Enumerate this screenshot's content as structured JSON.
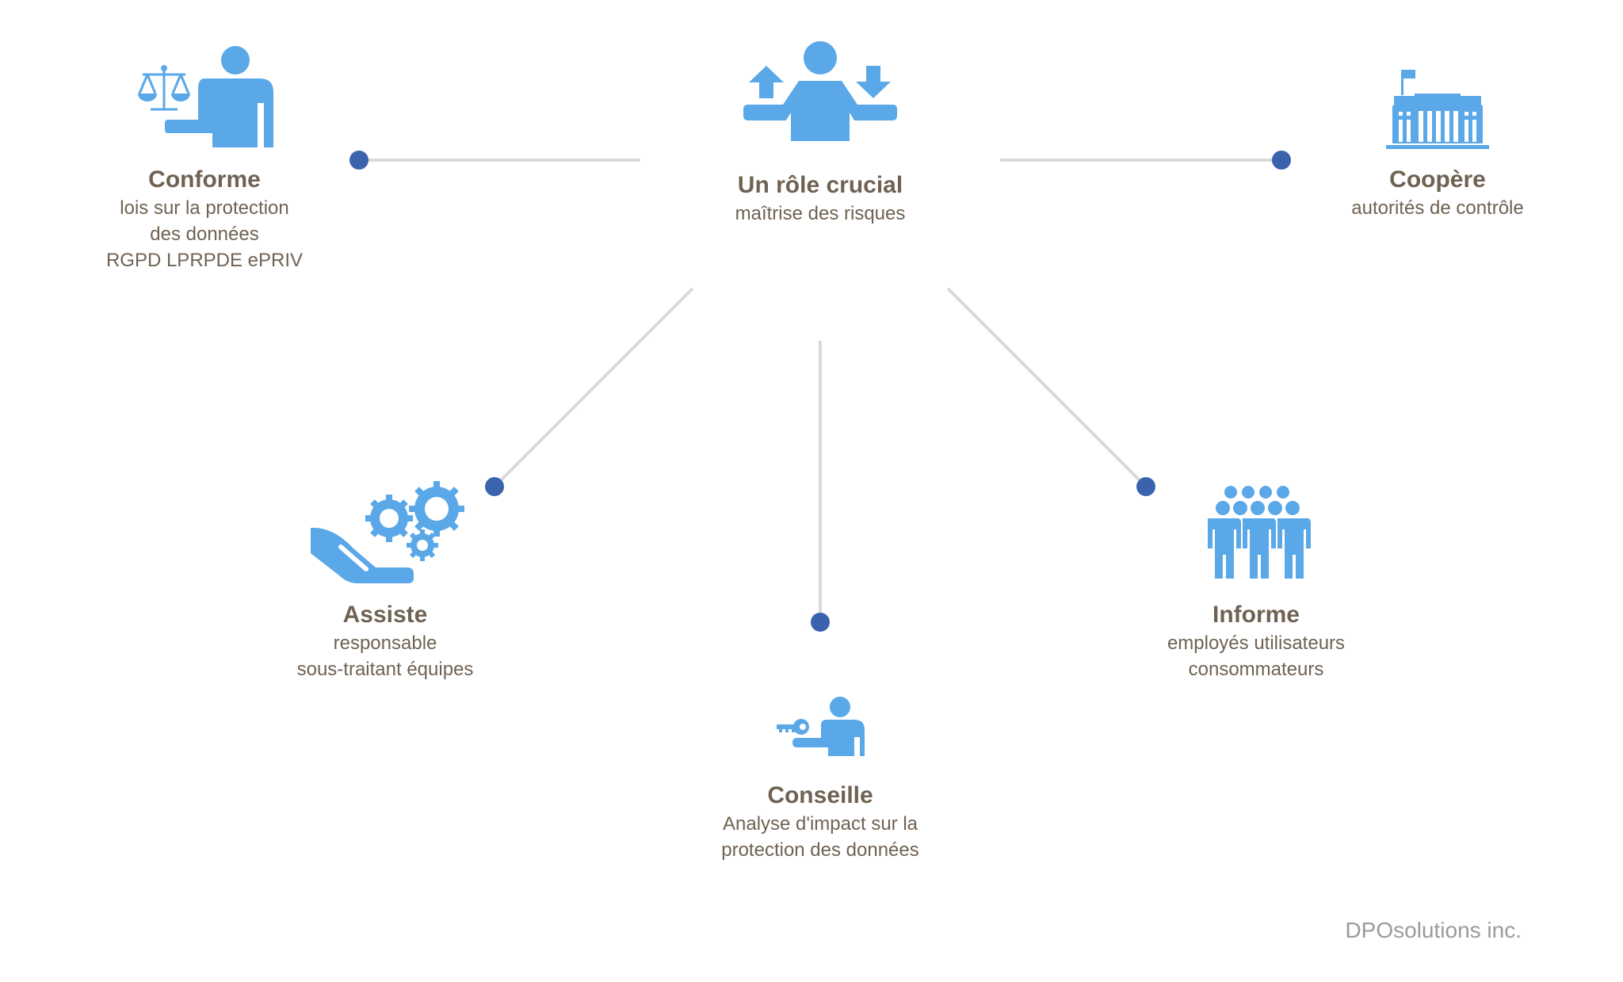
{
  "colors": {
    "icon": "#5aa8e8",
    "dot": "#3b63ad",
    "connector": "#d9d9d9",
    "text": "#6f6253",
    "brand": "#9b9b9b"
  },
  "center": {
    "title": "Un rôle crucial",
    "subtitle": "maîtrise des risques",
    "icon": "balancing-person-icon"
  },
  "nodes": {
    "conforme": {
      "title": "Conforme",
      "lines": [
        "lois sur la protection",
        "des données",
        "RGPD LPRPDE ePRIV"
      ],
      "icon": "scales-of-justice-person-icon"
    },
    "coopere": {
      "title": "Coopère",
      "lines": [
        "autorités de contrôle"
      ],
      "icon": "government-building-icon"
    },
    "assiste": {
      "title": "Assiste",
      "lines": [
        "responsable",
        "sous-traitant équipes"
      ],
      "icon": "hand-with-gears-icon"
    },
    "conseille": {
      "title": "Conseille",
      "lines": [
        "Analyse d'impact sur la",
        "protection des données"
      ],
      "icon": "person-with-key-icon"
    },
    "informe": {
      "title": "Informe",
      "lines": [
        "employés utilisateurs",
        "consommateurs"
      ],
      "icon": "group-of-people-icon"
    }
  },
  "brand": "DPOsolutions inc."
}
